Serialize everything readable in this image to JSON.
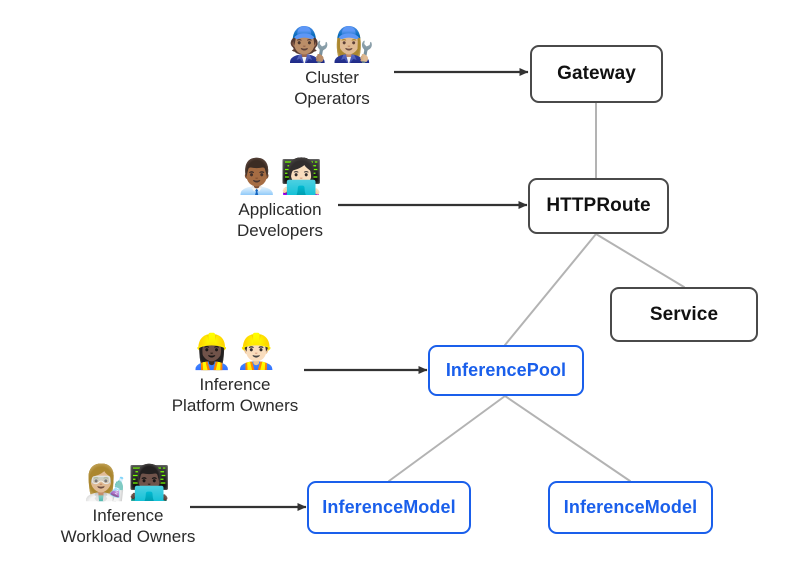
{
  "diagram": {
    "title": "Gateway API Inference Extension resource and persona model",
    "background_color": "#ffffff",
    "core_box_color": "#4a4a4a",
    "core_text_color": "#111111",
    "inference_box_color": "#1a5feb",
    "inference_text_color": "#1a5feb",
    "connector_color": "#b3b3b3",
    "arrow_color": "#333333"
  },
  "nodes": {
    "gateway": {
      "label": "Gateway",
      "kind": "core"
    },
    "httproute": {
      "label": "HTTPRoute",
      "kind": "core"
    },
    "service": {
      "label": "Service",
      "kind": "core"
    },
    "inference_pool": {
      "label": "InferencePool",
      "kind": "inference"
    },
    "inference_model_1": {
      "label": "InferenceModel",
      "kind": "inference"
    },
    "inference_model_2": {
      "label": "InferenceModel",
      "kind": "inference"
    }
  },
  "personas": [
    {
      "id": "cluster-operators",
      "icons": "🧑🏽‍🔧👩🏼‍🔧",
      "icon_names": "mechanic-man-icon, mechanic-woman-icon",
      "line1": "Cluster",
      "line2": "Operators",
      "targets": "Gateway"
    },
    {
      "id": "application-developers",
      "icons": "👨🏾‍💼👩🏻‍💻",
      "icon_names": "office-worker-icon, technologist-woman-icon",
      "line1": "Application",
      "line2": "Developers",
      "targets": "HTTPRoute"
    },
    {
      "id": "inference-platform-owners",
      "icons": "👷🏿‍♀️👷🏻‍♂️",
      "icon_names": "construction-worker-woman-icon, construction-worker-man-icon",
      "line1": "Inference",
      "line2": "Platform Owners",
      "targets": "InferencePool"
    },
    {
      "id": "inference-workload-owners",
      "icons": "👩🏼‍🔬👨🏿‍💻",
      "icon_names": "scientist-woman-icon, technologist-man-icon",
      "line1": "Inference",
      "line2": "Workload Owners",
      "targets": "InferenceModel"
    }
  ],
  "connections": [
    {
      "from": "Gateway",
      "to": "HTTPRoute",
      "style": "plain"
    },
    {
      "from": "HTTPRoute",
      "to": "InferencePool",
      "style": "plain"
    },
    {
      "from": "HTTPRoute",
      "to": "Service",
      "style": "plain"
    },
    {
      "from": "InferencePool",
      "to": "InferenceModel (left)",
      "style": "plain"
    },
    {
      "from": "InferencePool",
      "to": "InferenceModel (right)",
      "style": "plain"
    },
    {
      "from": "Cluster Operators",
      "to": "Gateway",
      "style": "arrow"
    },
    {
      "from": "Application Developers",
      "to": "HTTPRoute",
      "style": "arrow"
    },
    {
      "from": "Inference Platform Owners",
      "to": "InferencePool",
      "style": "arrow"
    },
    {
      "from": "Inference Workload Owners",
      "to": "InferenceModel",
      "style": "arrow"
    }
  ]
}
